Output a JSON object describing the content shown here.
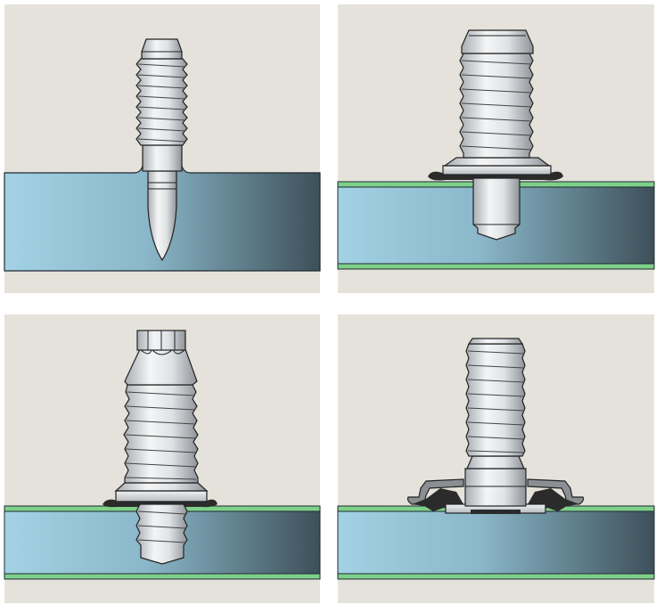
{
  "figure": {
    "panels": [
      {
        "fastener": "threaded-stud",
        "joint": "single-sheet-penetration"
      },
      {
        "fastener": "flanged-stud",
        "joint": "coated-sheets"
      },
      {
        "fastener": "threaded-flange-bolt",
        "joint": "coated-sheets"
      },
      {
        "fastener": "clinch-stud-with-clip",
        "joint": "coated-sheets"
      }
    ],
    "colors": {
      "background": "#e4e2da",
      "plate_light": "#9fcde0",
      "plate_dark": "#3f535c",
      "coating": "#7fd08a",
      "metal_light": "#f2f3f4",
      "metal_dark": "#9aa0a6",
      "adhesive": "#2b2b2b"
    }
  }
}
